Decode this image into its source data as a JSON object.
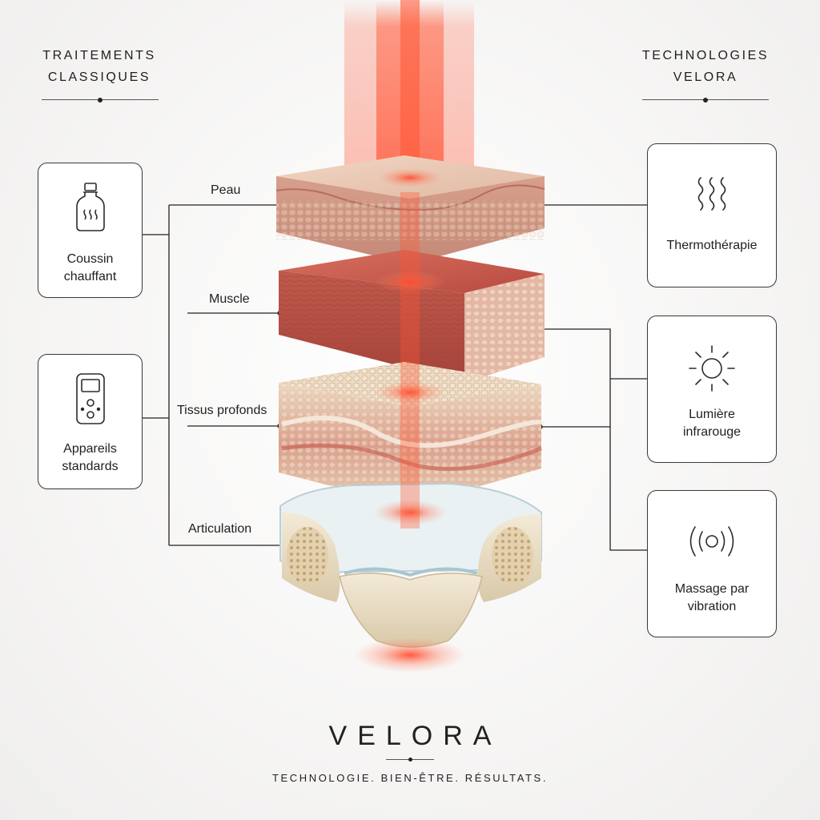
{
  "left_heading": {
    "line1": "TRAITEMENTS",
    "line2": "CLASSIQUES"
  },
  "right_heading": {
    "line1": "TECHNOLOGIES",
    "line2": "VELORA"
  },
  "classic_treatments": [
    {
      "icon": "bottle-icon",
      "label_line1": "Coussin",
      "label_line2": "chauffant"
    },
    {
      "icon": "device-icon",
      "label_line1": "Appareils",
      "label_line2": "standards"
    }
  ],
  "velora_technologies": [
    {
      "icon": "heat-waves-icon",
      "label_line1": "Thermothérapie",
      "label_line2": ""
    },
    {
      "icon": "sun-icon",
      "label_line1": "Lumière",
      "label_line2": "infrarouge"
    },
    {
      "icon": "vibration-icon",
      "label_line1": "Massage par",
      "label_line2": "vibration"
    }
  ],
  "layers": [
    {
      "label": "Peau"
    },
    {
      "label": "Muscle"
    },
    {
      "label": "Tissus profonds"
    },
    {
      "label": "Articulation"
    }
  ],
  "brand": {
    "name": "VELORA",
    "tagline": "TECHNOLOGIE. BIEN-ÊTRE. RÉSULTATS."
  },
  "colors": {
    "beam": "#ff5a3c",
    "skin": "#e8c4ae",
    "muscle": "#c9574c",
    "tissue": "#e9d3b8",
    "bone": "#ece0c6",
    "line": "#222222"
  }
}
